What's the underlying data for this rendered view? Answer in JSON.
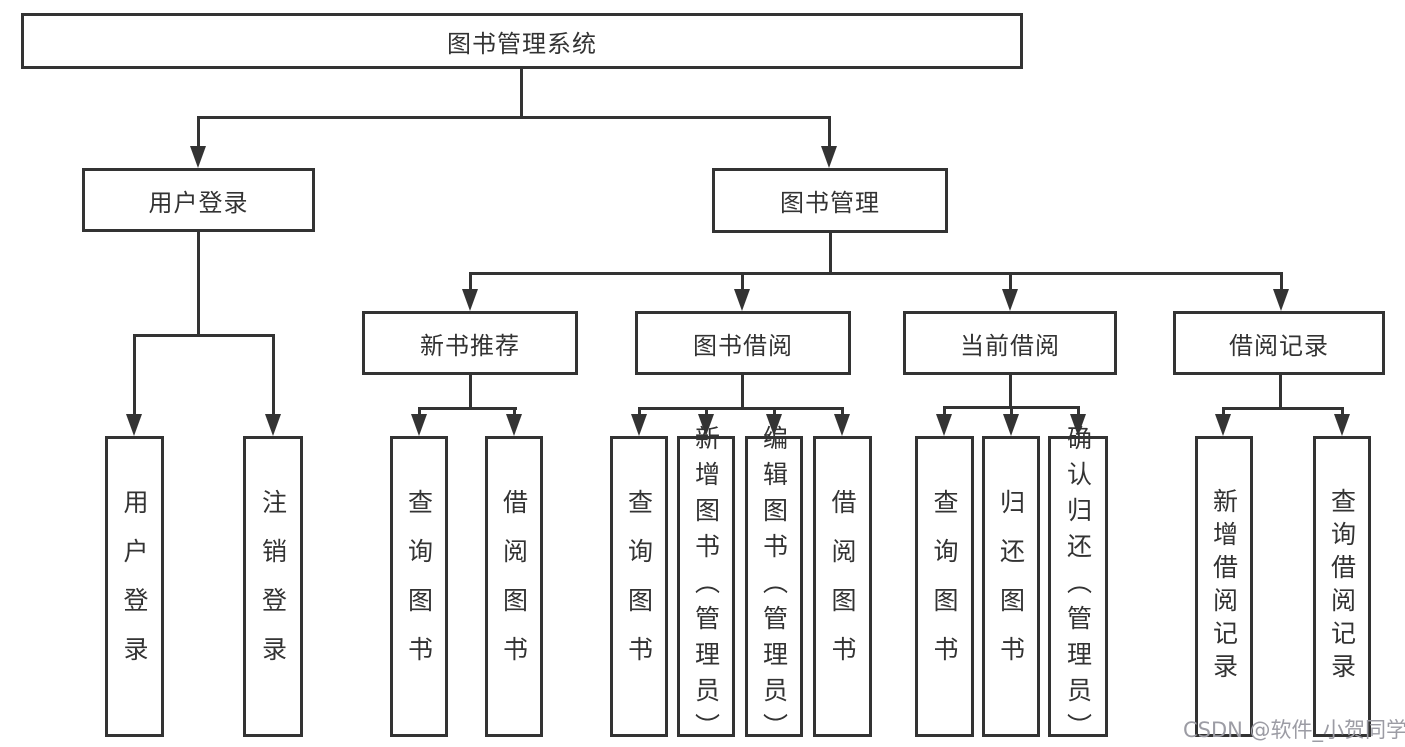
{
  "tree": {
    "root": {
      "label": "图书管理系统"
    },
    "user_login": {
      "label": "用户登录",
      "children": [
        {
          "label": "用户登录"
        },
        {
          "label": "注销登录"
        }
      ]
    },
    "book_mgmt": {
      "label": "图书管理",
      "sections": [
        {
          "label": "新书推荐",
          "children": [
            {
              "label": "查询图书"
            },
            {
              "label": "借阅图书"
            }
          ]
        },
        {
          "label": "图书借阅",
          "children": [
            {
              "label": "查询图书"
            },
            {
              "label": "新增图书（管理员）"
            },
            {
              "label": "编辑图书（管理员）"
            },
            {
              "label": "借阅图书"
            }
          ]
        },
        {
          "label": "当前借阅",
          "children": [
            {
              "label": "查询图书"
            },
            {
              "label": "归还图书"
            },
            {
              "label": "确认归还（管理员）"
            }
          ]
        },
        {
          "label": "借阅记录",
          "children": [
            {
              "label": "新增借阅记录"
            },
            {
              "label": "查询借阅记录"
            }
          ]
        }
      ]
    }
  },
  "watermark": {
    "text": "CSDN @软件_小贺同学"
  },
  "colors": {
    "line": "#333333",
    "box_fill": "#ffffff",
    "text": "#333333",
    "watermark_text": "#9c9ca4",
    "background": "#ffffff"
  }
}
